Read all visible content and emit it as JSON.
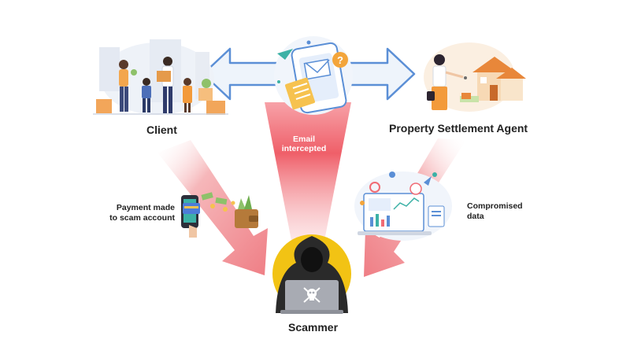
{
  "labels": {
    "client": "Client",
    "agent": "Property Settlement Agent",
    "email_line1": "Email",
    "email_line2": "intercepted",
    "payment_line1": "Payment made",
    "payment_line2": "to scam account",
    "compromised_line1": "Compromised",
    "compromised_line2": "data",
    "scammer": "Scammer"
  },
  "colors": {
    "arrow_blue_fill": "#eef4fb",
    "arrow_blue_stroke": "#5b8fd6",
    "red_beam": "#f06b74",
    "red_arrow": "#f4b3b6",
    "scammer_circle": "#f2c314",
    "hoodie": "#2a2a2a"
  },
  "icons": {
    "client": "family-moving-illustration",
    "email": "email-phone-illustration",
    "agent": "agent-house-illustration",
    "payment": "phone-payment-illustration",
    "data": "dashboard-data-illustration",
    "scammer": "hacker-illustration"
  }
}
